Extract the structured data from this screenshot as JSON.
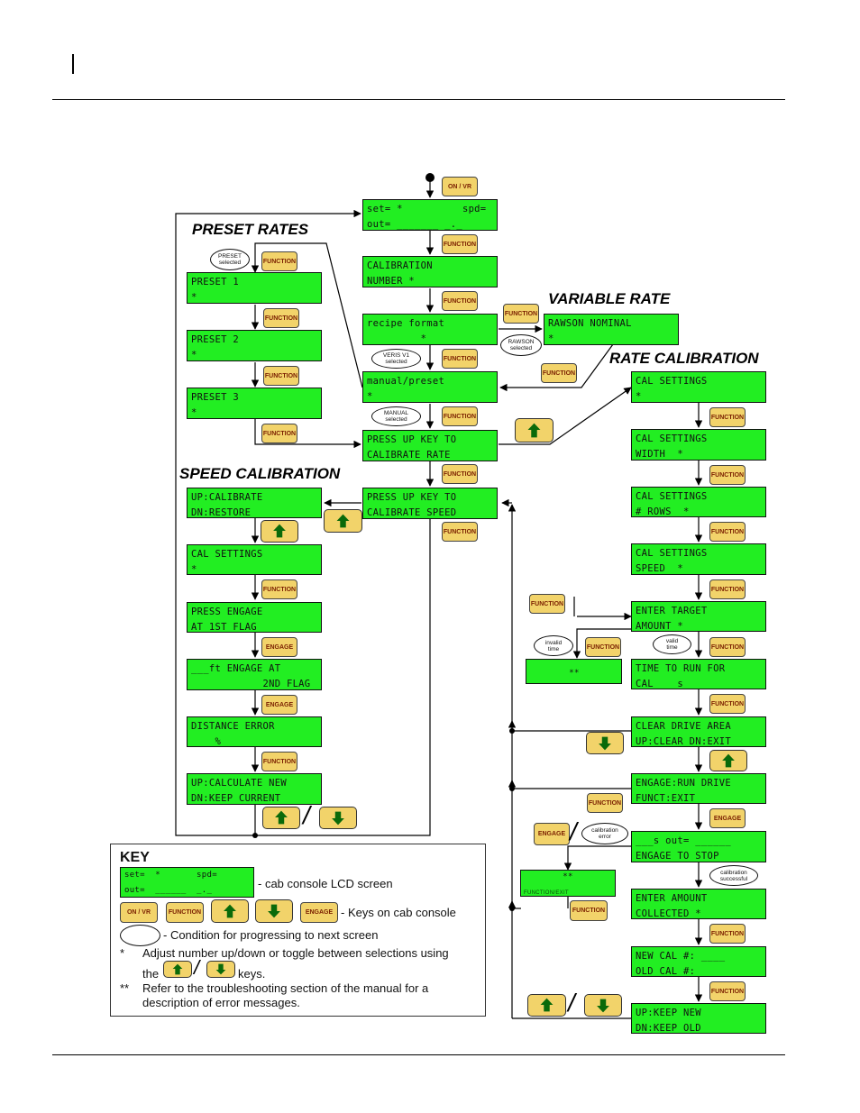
{
  "titles": {
    "preset_rates": "PRESET RATES",
    "variable_rate": "VARIABLE RATE",
    "rate_calibration": "RATE CALIBRATION",
    "speed_calibration": "SPEED CALIBRATION"
  },
  "keys": {
    "on_vr": "ON / VR",
    "function": "FUNCTION",
    "engage": "ENGAGE"
  },
  "conditions": {
    "preset_selected": [
      "PRESET",
      "selected"
    ],
    "rawson_selected": [
      "RAWSON",
      "selected"
    ],
    "veris_selected": [
      "VERIS V1",
      "selected"
    ],
    "manual_selected": [
      "MANUAL",
      "selected"
    ],
    "invalid_time": [
      "invalid",
      "time"
    ],
    "valid_time": [
      "valid",
      "time"
    ],
    "calibration_error": [
      "calibration",
      "error"
    ],
    "calibration_successful": [
      "calibration",
      "successful"
    ]
  },
  "screens": {
    "main": [
      "set= *          spd=",
      "out= _______ _._"
    ],
    "cal_number": [
      "CALIBRATION",
      "NUMBER *"
    ],
    "recipe": [
      "recipe format",
      "         *"
    ],
    "manual_preset": [
      "manual/preset",
      "*"
    ],
    "press_up_rate": [
      "PRESS UP KEY TO",
      "CALIBRATE RATE"
    ],
    "press_up_speed": [
      "PRESS UP KEY TO",
      "CALIBRATE SPEED"
    ],
    "rawson": [
      "RAWSON NOMINAL",
      "*"
    ],
    "preset1": [
      "PRESET 1",
      "*"
    ],
    "preset2": [
      "PRESET 2",
      "*"
    ],
    "preset3": [
      "PRESET 3",
      "*"
    ],
    "up_calibrate": [
      "UP:CALIBRATE",
      "DN:RESTORE"
    ],
    "speed_cal_settings": [
      "CAL SETTINGS",
      "*"
    ],
    "press_engage": [
      "PRESS ENGAGE",
      "AT 1ST FLAG"
    ],
    "ft_engage": [
      "___ft ENGAGE AT",
      "            2ND FLAG"
    ],
    "distance_error": [
      "DISTANCE ERROR",
      "____%"
    ],
    "up_calculate": [
      "UP:CALCULATE NEW",
      "DN:KEEP CURRENT"
    ],
    "rc_cal_settings": [
      "CAL SETTINGS",
      "*"
    ],
    "rc_width": [
      "CAL SETTINGS",
      "WIDTH  *"
    ],
    "rc_rows": [
      "CAL SETTINGS",
      "# ROWS  *"
    ],
    "rc_speed": [
      "CAL SETTINGS",
      "SPEED  *"
    ],
    "enter_target": [
      "ENTER TARGET",
      "AMOUNT *"
    ],
    "time_to_run": [
      "TIME TO RUN FOR",
      "CAL ___s"
    ],
    "clear_drive": [
      "CLEAR DRIVE AREA",
      "UP:CLEAR DN:EXIT"
    ],
    "engage_run": [
      "ENGAGE:RUN DRIVE",
      "FUNCT:EXIT"
    ],
    "s_out": [
      "___s out= ______",
      "ENGAGE TO STOP"
    ],
    "enter_amount": [
      "ENTER AMOUNT",
      "COLLECTED *"
    ],
    "new_cal": [
      "NEW CAL #: ____",
      "OLD CAL #: ____"
    ],
    "keep_new": [
      "UP:KEEP NEW",
      "DN:KEEP OLD"
    ],
    "error_time": [
      "**",
      ""
    ],
    "error_cal": [
      "**",
      "FUNCTION/EXIT"
    ]
  },
  "key_legend": {
    "heading": "KEY",
    "sample_lcd": [
      "set=  *       spd=",
      "out=  ______  _._"
    ],
    "lcd_desc": "- cab console LCD screen",
    "keys_desc": "- Keys on cab console",
    "cond_desc": "- Condition for progressing to next screen",
    "note1_mark": "*",
    "note1_a": "Adjust number up/down or toggle between selections using",
    "note1_b_pre": "the",
    "note1_b_post": "keys.",
    "note2_mark": "**",
    "note2_a": "Refer to the troubleshooting section of the manual for a",
    "note2_b": "description of error messages."
  }
}
